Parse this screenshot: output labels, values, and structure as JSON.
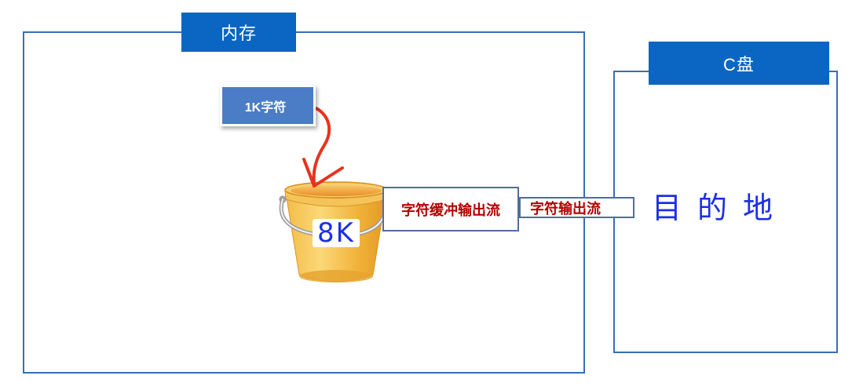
{
  "memory": {
    "title": "内存"
  },
  "disk": {
    "title": "C盘",
    "destination": "目的地"
  },
  "source": {
    "label": "1K字符"
  },
  "buffer": {
    "capacity": "8K"
  },
  "streams": {
    "buffered_writer": "字符缓冲输出流",
    "writer": "字符输出流"
  },
  "icons": {
    "arrow": "curved-arrow-icon",
    "bucket": "bucket-icon"
  },
  "colors": {
    "title_fill": "#0a66c2",
    "frame_border": "#3b6db3",
    "source_fill": "#4a7dc6",
    "arrow": "#e8321e",
    "stream_text": "#b30000",
    "stream_border": "#4f6e9b",
    "hand_blue": "#1d2fe6",
    "bucket_yellow": "#f2b43c"
  }
}
